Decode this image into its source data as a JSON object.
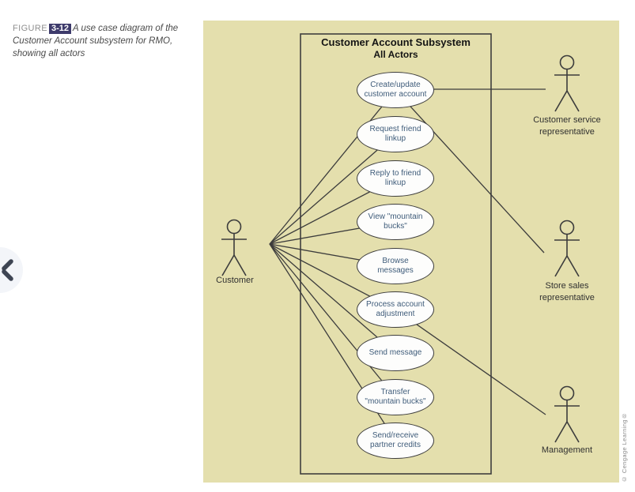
{
  "caption": {
    "label": "FIGURE",
    "number": "3-12",
    "text": "A use case diagram of the Customer Account subsystem for RMO, showing all actors"
  },
  "nav": {
    "collapse_icon": "chevron-left"
  },
  "diagram": {
    "title": "Customer Account Subsystem",
    "subtitle": "All Actors",
    "use_cases": [
      {
        "line1": "Create/update",
        "line2": "customer account"
      },
      {
        "line1": "Request friend",
        "line2": "linkup"
      },
      {
        "line1": "Reply to friend",
        "line2": "linkup"
      },
      {
        "line1": "View \"mountain",
        "line2": "bucks\""
      },
      {
        "line1": "Browse",
        "line2": "messages"
      },
      {
        "line1": "Process account",
        "line2": "adjustment"
      },
      {
        "line1": "Send message",
        "line2": ""
      },
      {
        "line1": "Transfer",
        "line2": "\"mountain bucks\""
      },
      {
        "line1": "Send/receive",
        "line2": "partner credits"
      }
    ],
    "actors": [
      {
        "line1": "Customer",
        "line2": ""
      },
      {
        "line1": "Customer service",
        "line2": "representative"
      },
      {
        "line1": "Store sales",
        "line2": "representative"
      },
      {
        "line1": "Management",
        "line2": ""
      }
    ],
    "connections": [
      {
        "from": "Customer",
        "to": "Create/update customer account"
      },
      {
        "from": "Customer",
        "to": "Request friend linkup"
      },
      {
        "from": "Customer",
        "to": "Reply to friend linkup"
      },
      {
        "from": "Customer",
        "to": "View \"mountain bucks\""
      },
      {
        "from": "Customer",
        "to": "Browse messages"
      },
      {
        "from": "Customer",
        "to": "Process account adjustment"
      },
      {
        "from": "Customer",
        "to": "Send message"
      },
      {
        "from": "Customer",
        "to": "Transfer \"mountain bucks\""
      },
      {
        "from": "Customer",
        "to": "Send/receive partner credits"
      },
      {
        "from": "Create/update customer account",
        "to": "Customer service representative"
      },
      {
        "from": "Create/update customer account",
        "to": "Store sales representative"
      },
      {
        "from": "Process account adjustment",
        "to": "Management"
      }
    ],
    "colors": {
      "panel_bg": "#e4dfad",
      "oval_text": "#3f5c7a",
      "line_stroke": "#3c3c3c",
      "badge_bg": "#3d3a6b"
    }
  },
  "credit": "© Cengage Learning®"
}
